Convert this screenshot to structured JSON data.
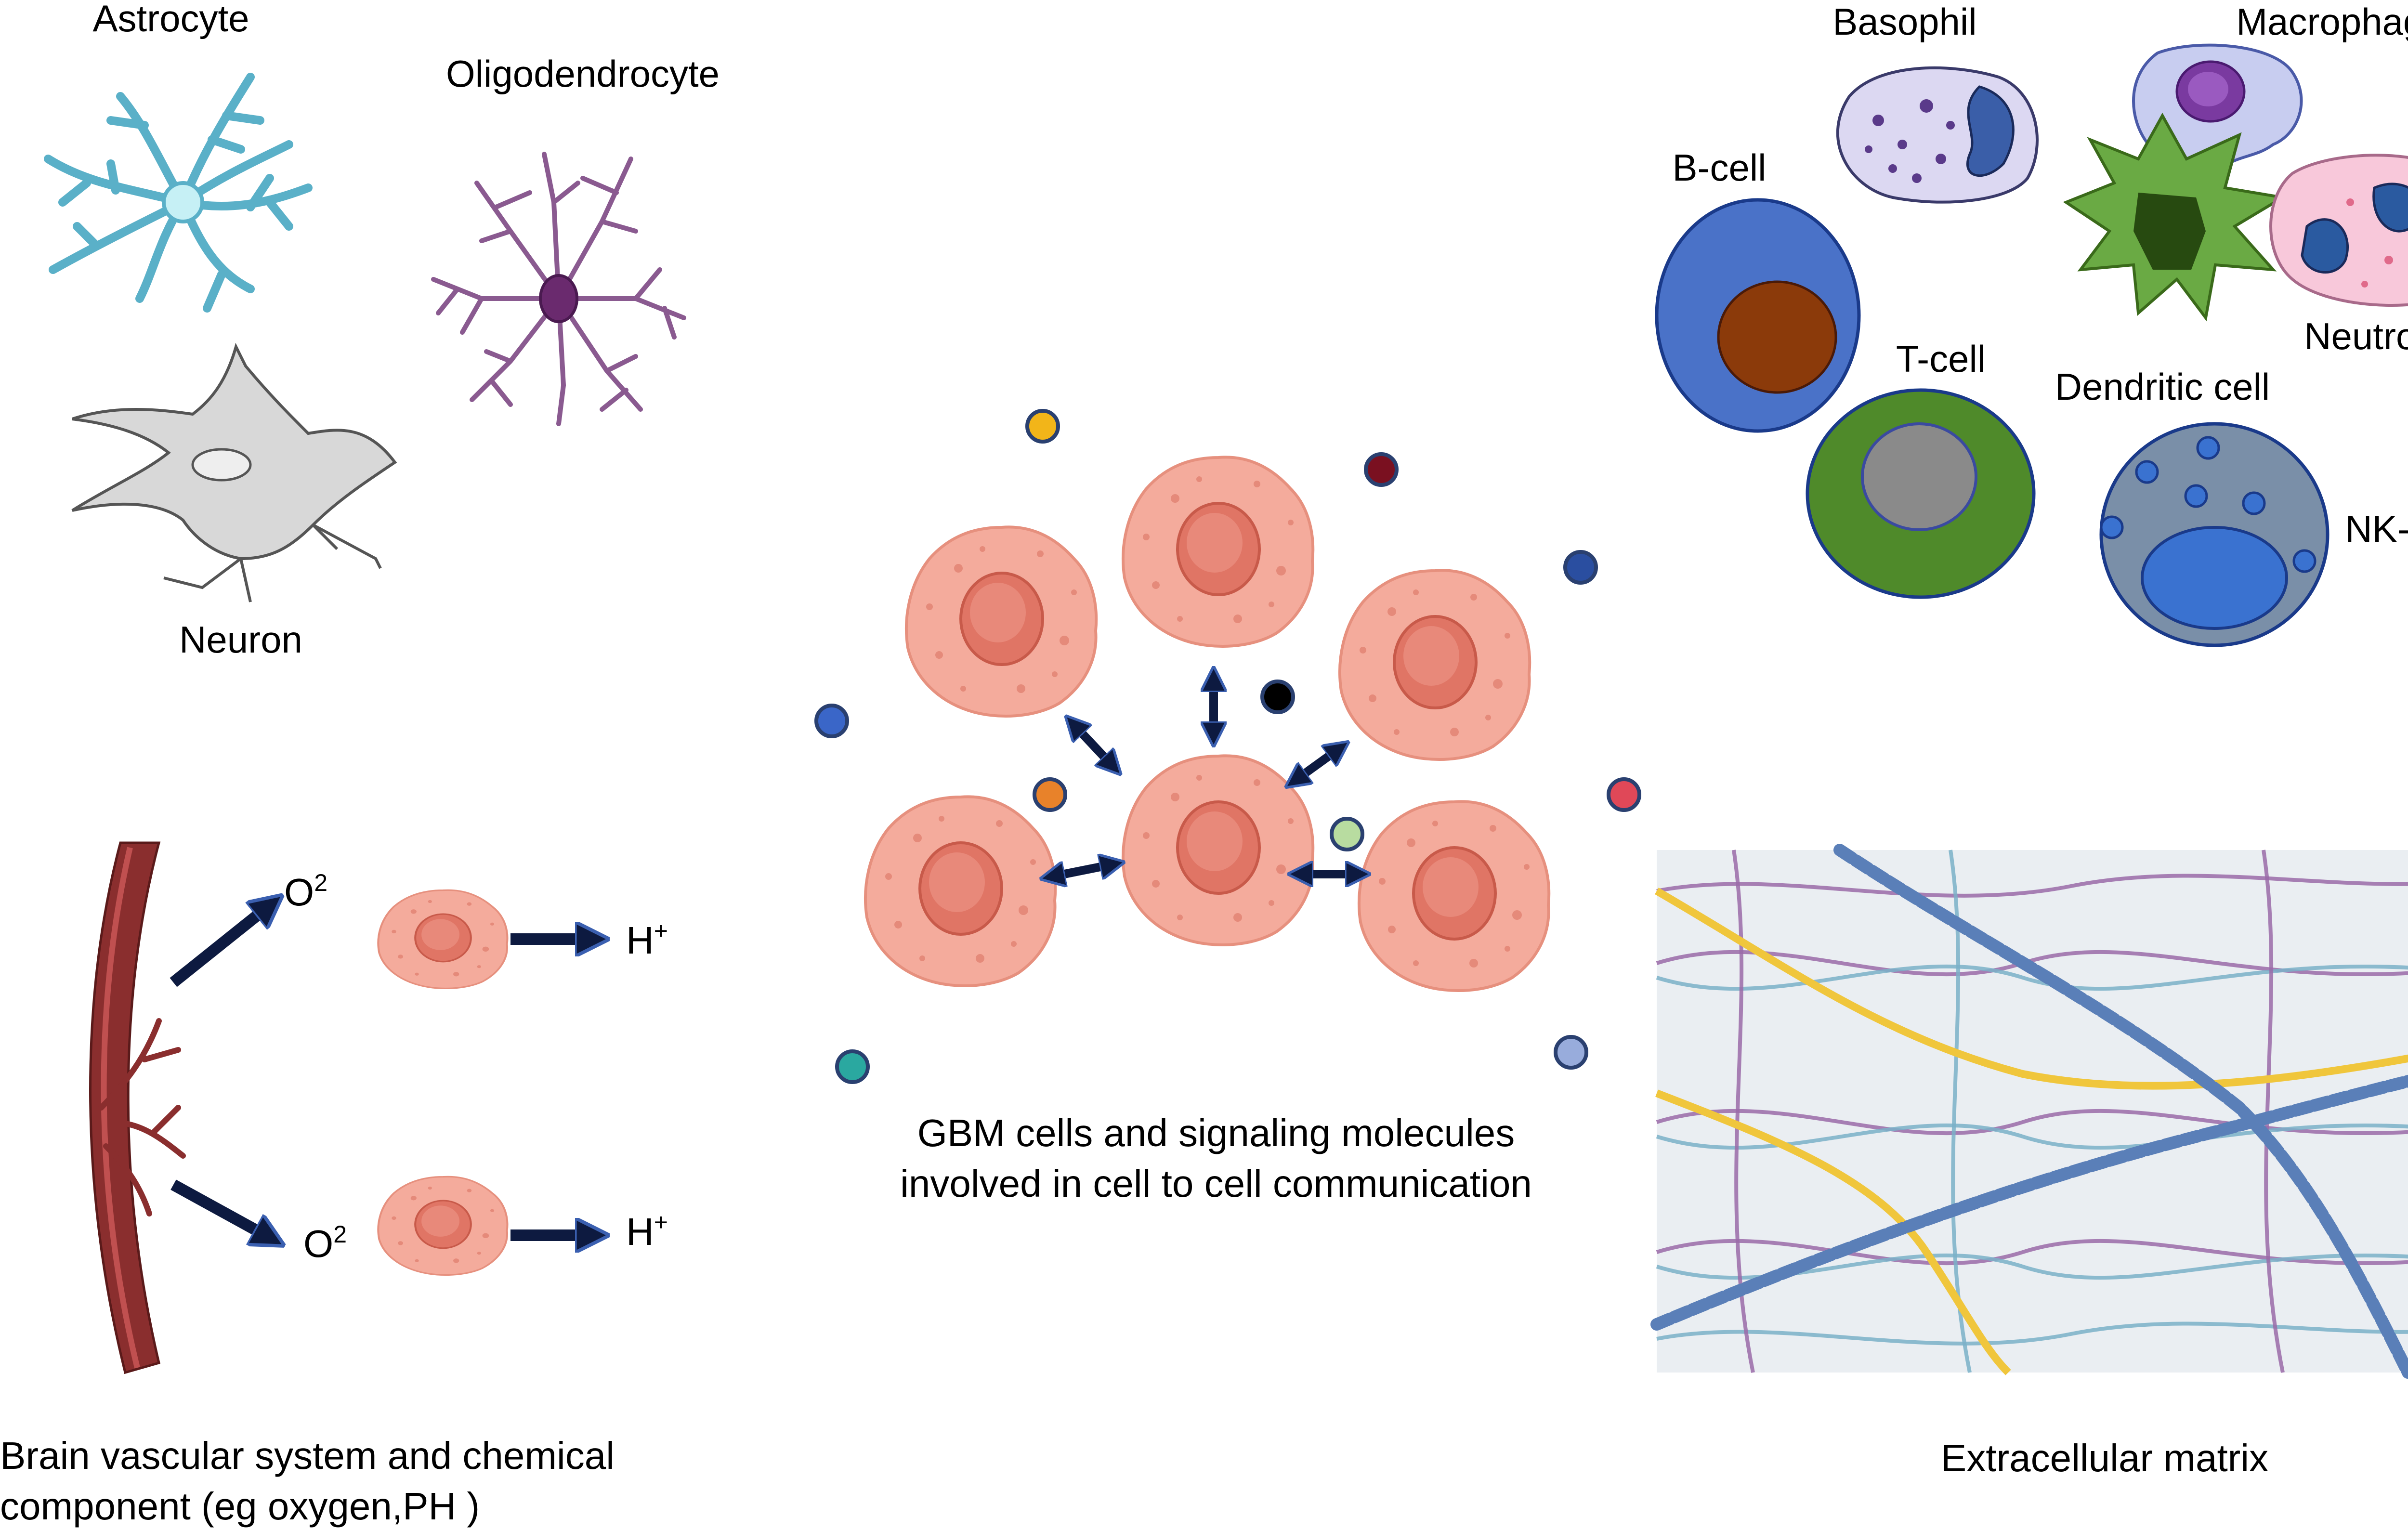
{
  "brain_cells": {
    "astrocyte": "Astrocyte",
    "oligodendrocyte": "Oligodendrocyte",
    "neuron": "Neuron"
  },
  "immune_cells": {
    "basophil": "Basophil",
    "macrophage": "Macrophage",
    "b_cell": "B-cell",
    "neutrophil": "Neutrophil",
    "t_cell": "T-cell",
    "dendritic_cell": "Dendritic cell",
    "nk_cell": "NK-cell"
  },
  "vascular": {
    "oxygen_top": "O",
    "oxygen_top_sup": "2",
    "oxygen_bottom": "O",
    "oxygen_bottom_sup": "2",
    "proton_top": "H",
    "proton_top_sup": "+",
    "proton_bottom": "H",
    "proton_bottom_sup": "+",
    "caption_line1": "Brain vascular system and chemical",
    "caption_line2": "component (eg oxygen,PH )"
  },
  "gbm": {
    "caption_line1": "GBM cells and signaling molecules",
    "caption_line2": "involved in cell to cell communication"
  },
  "ecm": {
    "caption": "Extracellular matrix"
  },
  "colors": {
    "gbm_cell": "#f2a899",
    "gbm_nucleus": "#e07060",
    "arrow_fill": "#0d1a40",
    "arrow_stroke": "#3a5fb0",
    "b_cell": "#4a72c8",
    "b_cell_nucleus": "#8b3a0a",
    "t_cell": "#4f8a2a",
    "nk_cell": "#7a8fa8",
    "dendritic": "#6aaa44",
    "blood_vessel": "#8a2e2e",
    "ecm_background": "#eaeef2",
    "ecm_yellow": "#f0c63c",
    "ecm_blue": "#5a7fb8",
    "ecm_purple": "#9a6aa8"
  },
  "signaling_molecules": [
    "#f2b519",
    "#7a1020",
    "#2a4ea0",
    "#3a66c8",
    "#000000",
    "#e8822a",
    "#b8dca0",
    "#e04858",
    "#2aa8a0",
    "#98acdc"
  ]
}
